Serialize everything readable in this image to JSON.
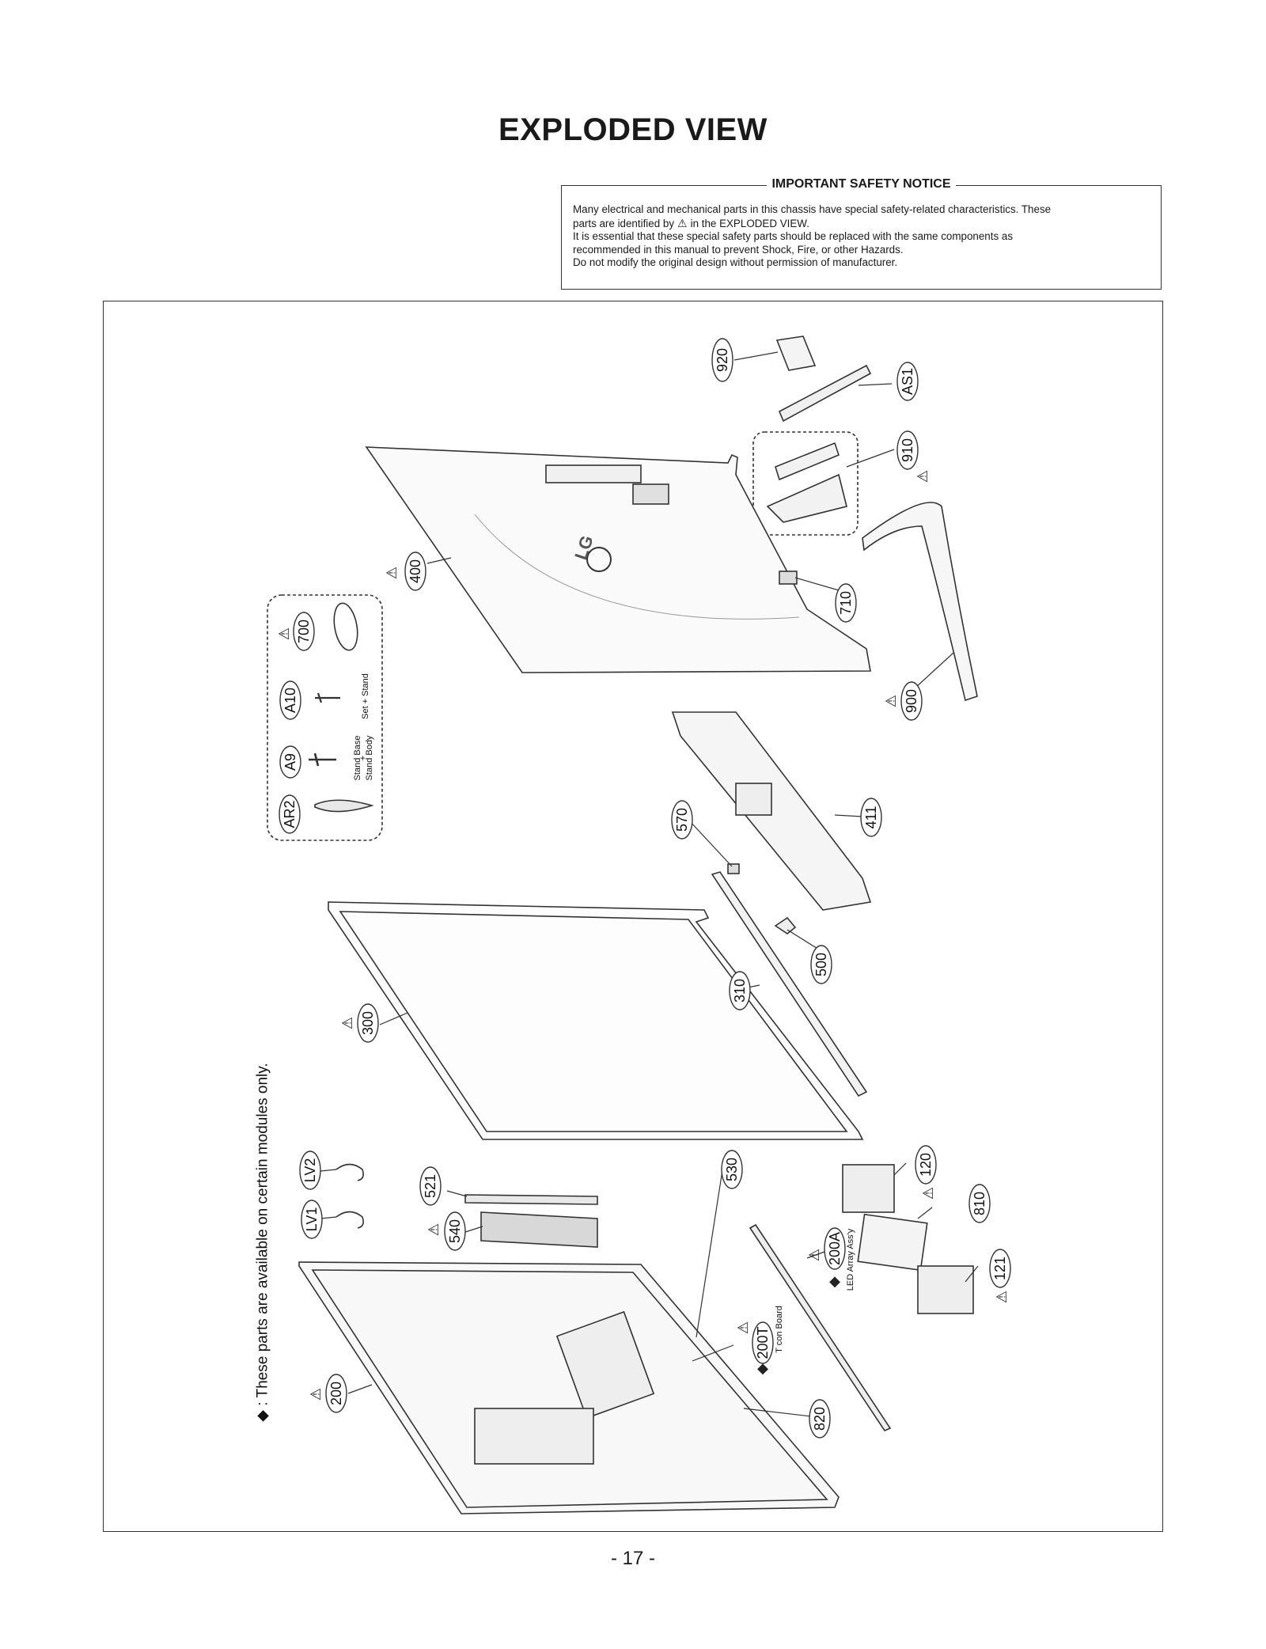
{
  "title": "EXPLODED VIEW",
  "notice": {
    "heading": "IMPORTANT SAFETY NOTICE",
    "line1": "Many electrical and mechanical parts in this chassis have special safety-related characteristics. These",
    "line2_a": "parts are identified by",
    "line2_b": "in the EXPLODED VIEW.",
    "line3": "It is essential that these special safety parts should be replaced with the same components as",
    "line4": "recommended in this manual to prevent Shock, Fire, or other Hazards.",
    "line5": "Do not modify the original design without permission of manufacturer."
  },
  "side_note": "◆ : These parts are available on certain modules only.",
  "part_labels": {
    "p920": "920",
    "pAS1": "AS1",
    "p910": "910",
    "p400": "400",
    "p710": "710",
    "p900": "900",
    "p700": "700",
    "pA10": "A10",
    "pA9": "A9",
    "pAR2": "AR2",
    "p570": "570",
    "p411": "411",
    "p500": "500",
    "p310": "310",
    "p300": "300",
    "pLV2": "LV2",
    "pLV1": "LV1",
    "p521": "521",
    "p540": "540",
    "p120": "120",
    "p810": "810",
    "p121": "121",
    "p200A": "200A",
    "p530": "530",
    "p200T": "200T",
    "p820": "820",
    "p200": "200"
  },
  "captions": {
    "set_stand": "Set + Stand",
    "stand_base": "Stand Base",
    "plus": "+",
    "stand_body": "Stand Body",
    "led_array": "LED Array Ass'y",
    "t_con": "T con Board"
  },
  "logo_text": "LG",
  "page_number": "- 17 -"
}
